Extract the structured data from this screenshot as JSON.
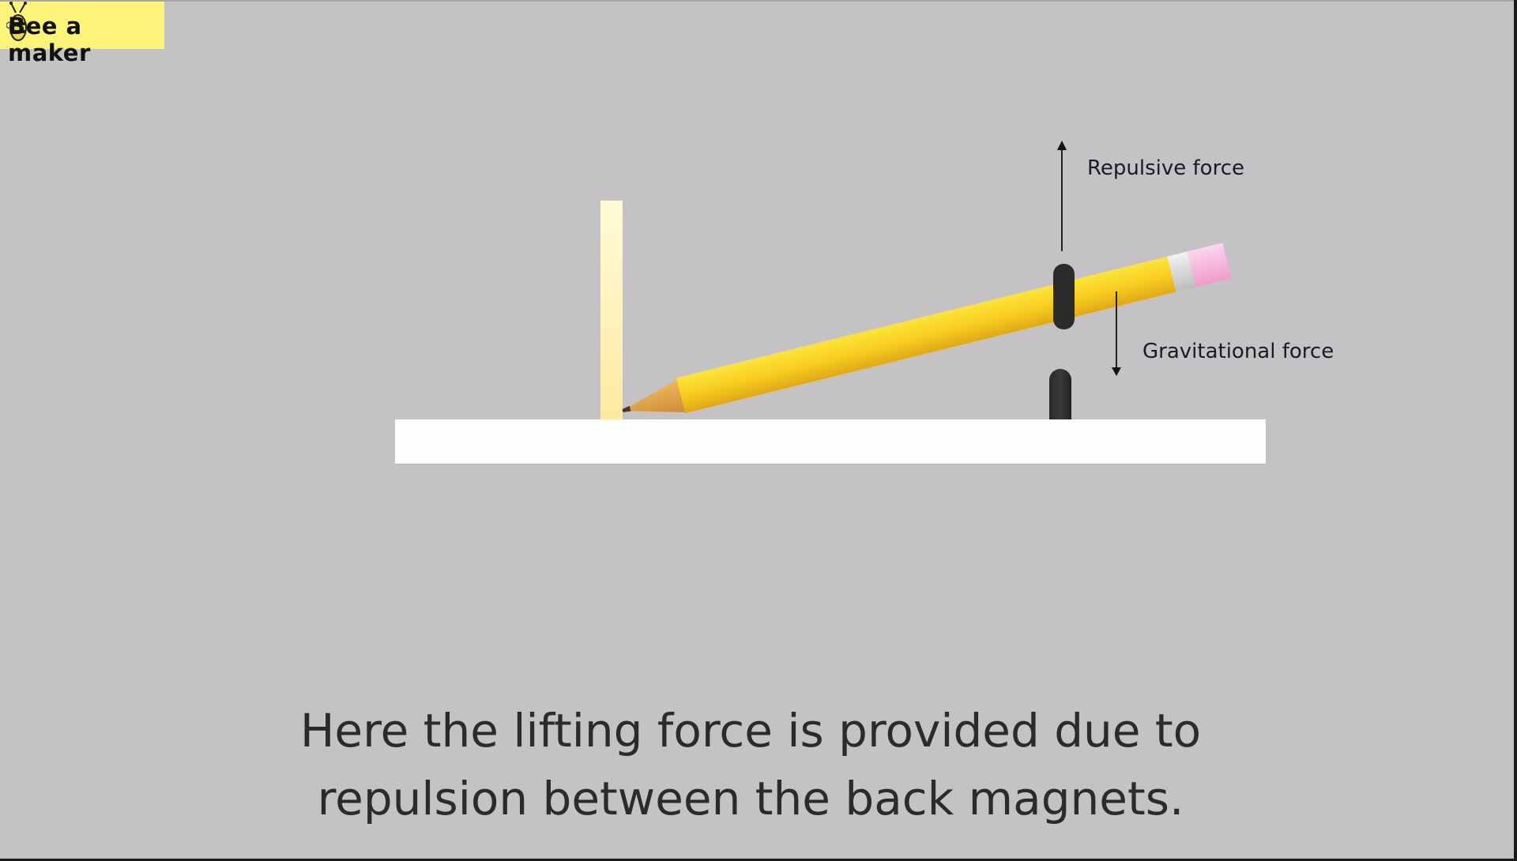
{
  "logo": {
    "text": "Bee a maker",
    "background": "#fdf57a"
  },
  "diagram": {
    "labels": {
      "repulsive": "Repulsive force",
      "gravitational": "Gravitational force"
    },
    "colors": {
      "background": "#c4c2c5",
      "pencil_body": "#f7cc22",
      "eraser": "#f6b8dc",
      "magnet": "#2b2b2b",
      "base": "#fefefe",
      "stick": "#fdf0b2"
    }
  },
  "caption": {
    "line1": "Here the lifting force is provided due to",
    "line2": "repulsion between the back magnets."
  }
}
